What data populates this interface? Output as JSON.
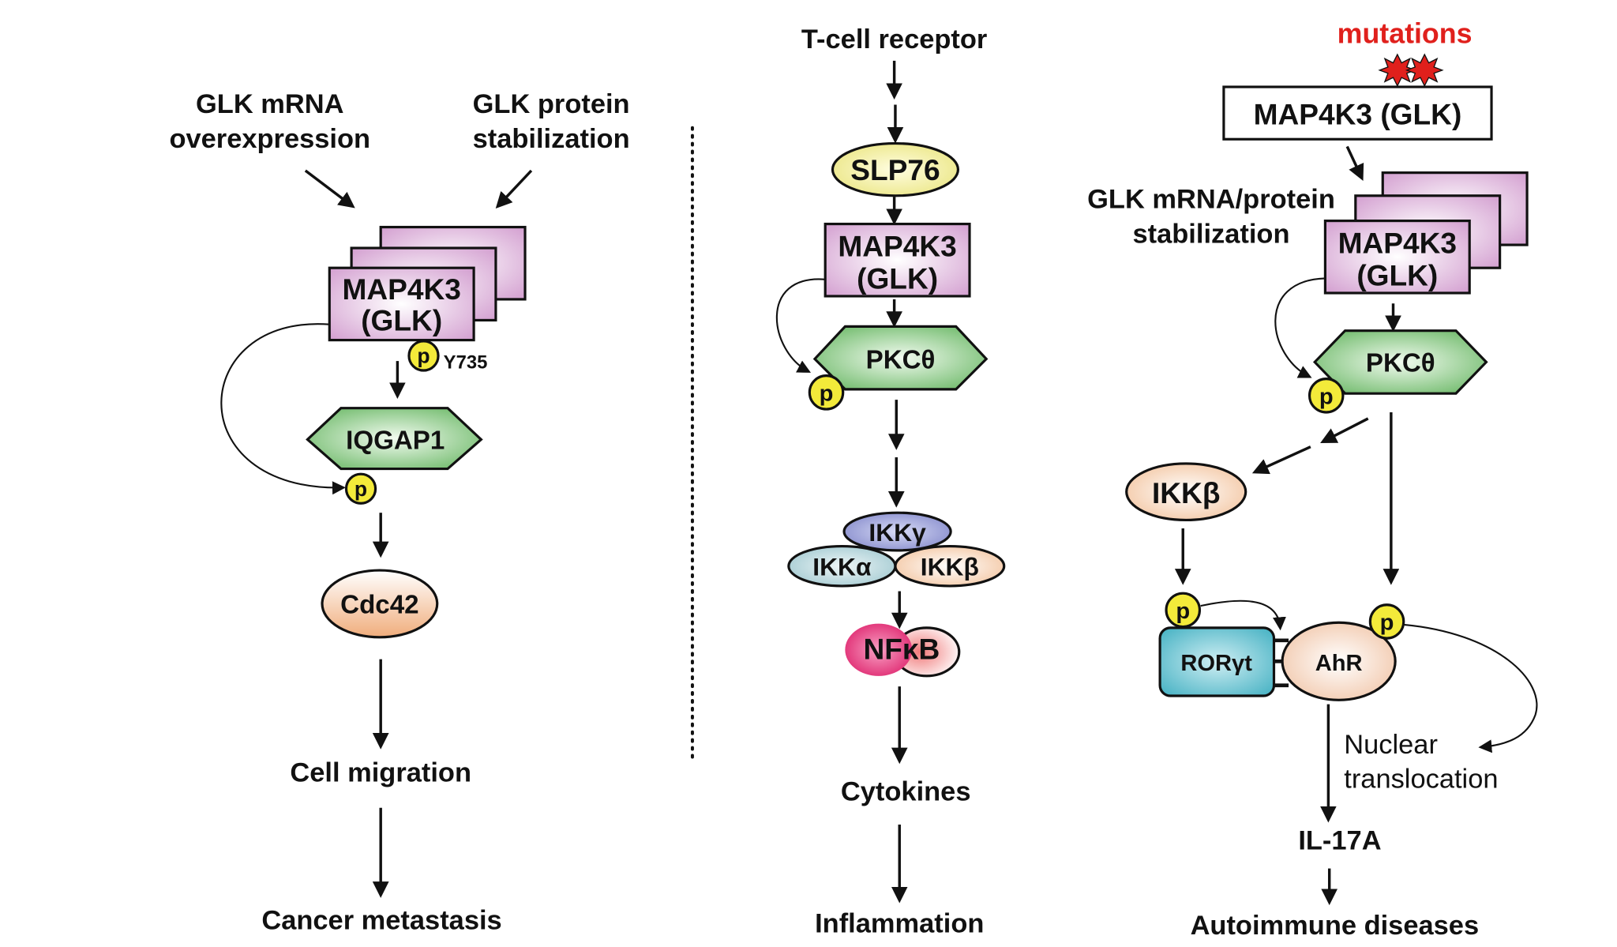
{
  "figure": {
    "divider": "dotted-vertical-line",
    "panels": [
      {
        "id": "cancer",
        "inputs": [
          "GLK mRNA",
          "overexpression",
          "GLK protein",
          "stabilization"
        ],
        "kinase": {
          "line1": "MAP4K3",
          "line2": "(GLK)"
        },
        "phospho_site": {
          "p": "p",
          "site": "Y735"
        },
        "substrate": "IQGAP1",
        "substrate_p": "p",
        "effector": "Cdc42",
        "outcome1": "Cell migration",
        "outcome2": "Cancer metastasis"
      },
      {
        "id": "tcell",
        "receptor": "T-cell receptor",
        "adaptor": "SLP76",
        "kinase": {
          "line1": "MAP4K3",
          "line2": "(GLK)"
        },
        "pkc": "PKCθ",
        "pkc_p": "p",
        "ikk_gamma": "IKKγ",
        "ikk_alpha": "IKKα",
        "ikk_beta": "IKKβ",
        "nfkb": "NFκB",
        "outcome1": "Cytokines",
        "outcome2": "Inflammation"
      },
      {
        "id": "autoimmune",
        "mutations": "mutations",
        "mutant_kinase": "MAP4K3 (GLK)",
        "overexp_label": [
          "GLK mRNA/protein",
          "stabilization"
        ],
        "kinase": {
          "line1": "MAP4K3",
          "line2": "(GLK)"
        },
        "pkc": "PKCθ",
        "pkc_p": "p",
        "ikk_beta": "IKKβ",
        "rorgt": "RORγt",
        "rorgt_p": "p",
        "ahr": "AhR",
        "ahr_p": "p",
        "translocation": [
          "Nuclear",
          "translocation"
        ],
        "cytokine": "IL-17A",
        "outcome": "Autoimmune diseases"
      }
    ],
    "colors": {
      "mutation_red": "#e0201c",
      "glk_pink": "#d9a6d6",
      "pkc_green": "#6fbf6a",
      "phospho_yellow": "#f3ea3a",
      "slp76_yellow": "#f1ee9a",
      "cdc42_peach": "#f3b98c",
      "ikk_gamma_purple": "#8a8fd0",
      "ikk_alpha_teal": "#a9cfd6",
      "nfkb_magenta": "#e2246e",
      "rorgt_cyan": "#4fb8c9"
    }
  }
}
